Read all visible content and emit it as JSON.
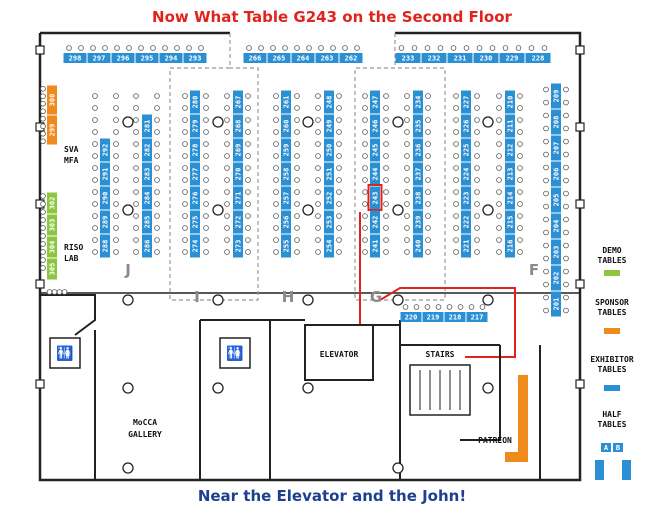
{
  "title": "Now What Table G243 on the Second Floor",
  "subtitle": "Near the Elevator and the John!",
  "colors": {
    "title": "#e0231c",
    "subtitle": "#1d3f8f",
    "table_blue": "#2b8fd3",
    "orange": "#f08a1c",
    "green": "#8cc63f",
    "route": "#e0231c",
    "walls": "#222222"
  },
  "top_row_left": [
    "298",
    "297",
    "296",
    "295",
    "294",
    "293"
  ],
  "top_row_mid": [
    "266",
    "265",
    "264",
    "263",
    "262"
  ],
  "top_row_right": [
    "233",
    "232",
    "231",
    "230",
    "229",
    "228"
  ],
  "column_j": {
    "left": [
      "288",
      "289",
      "290",
      "291",
      "292"
    ],
    "right": [
      "286",
      "285",
      "284",
      "283",
      "282",
      "281"
    ]
  },
  "column_i": {
    "left": [
      "274",
      "275",
      "276",
      "277",
      "278",
      "279",
      "280"
    ],
    "right": [
      "273",
      "272",
      "271",
      "270",
      "269",
      "268",
      "267"
    ]
  },
  "column_h": {
    "left": [
      "255",
      "256",
      "257",
      "258",
      "259",
      "260",
      "261"
    ],
    "right": [
      "254",
      "253",
      "252",
      "251",
      "250",
      "249",
      "248"
    ]
  },
  "column_g": {
    "left": [
      "241",
      "242",
      "243",
      "244",
      "245",
      "246",
      "247"
    ],
    "right": [
      "240",
      "239",
      "238",
      "237",
      "236",
      "235",
      "234"
    ]
  },
  "column_g_highlight": "243",
  "column_g_sub": [
    "217",
    "218",
    "219",
    "220"
  ],
  "column_k": {
    "left": [
      "221",
      "222",
      "223",
      "224",
      "225",
      "226",
      "227"
    ],
    "right": [
      "216",
      "215",
      "214",
      "213",
      "212",
      "211",
      "210"
    ]
  },
  "column_f": {
    "left": [
      "201",
      "202",
      "203",
      "204",
      "205",
      "206",
      "207",
      "208",
      "209"
    ]
  },
  "left_orange": [
    "300",
    "299"
  ],
  "left_green": [
    "302",
    "303",
    "304",
    "305"
  ],
  "sections": {
    "j": "J",
    "i": "I",
    "h": "H",
    "g": "G",
    "f": "F"
  },
  "rooms": {
    "sva": "SVA",
    "mfa": "MFA",
    "riso": "RISO",
    "lab": "LAB",
    "elevator": "ELEVATOR",
    "stairs": "STAIRS",
    "mocca1": "MoCCA",
    "mocca2": "GALLERY",
    "patreon": "PATREON"
  },
  "legend": {
    "demo1": "DEMO",
    "demo2": "TABLES",
    "sponsor1": "SPONSOR",
    "sponsor2": "TABLES",
    "exhibitor1": "EXHIBITOR",
    "exhibitor2": "TABLES",
    "half1": "HALF",
    "half2": "TABLES",
    "half_a": "A",
    "half_b": "B"
  },
  "icons": [
    "restroom-icon",
    "restroom-icon",
    "chair-icon",
    "pillar-icon"
  ]
}
